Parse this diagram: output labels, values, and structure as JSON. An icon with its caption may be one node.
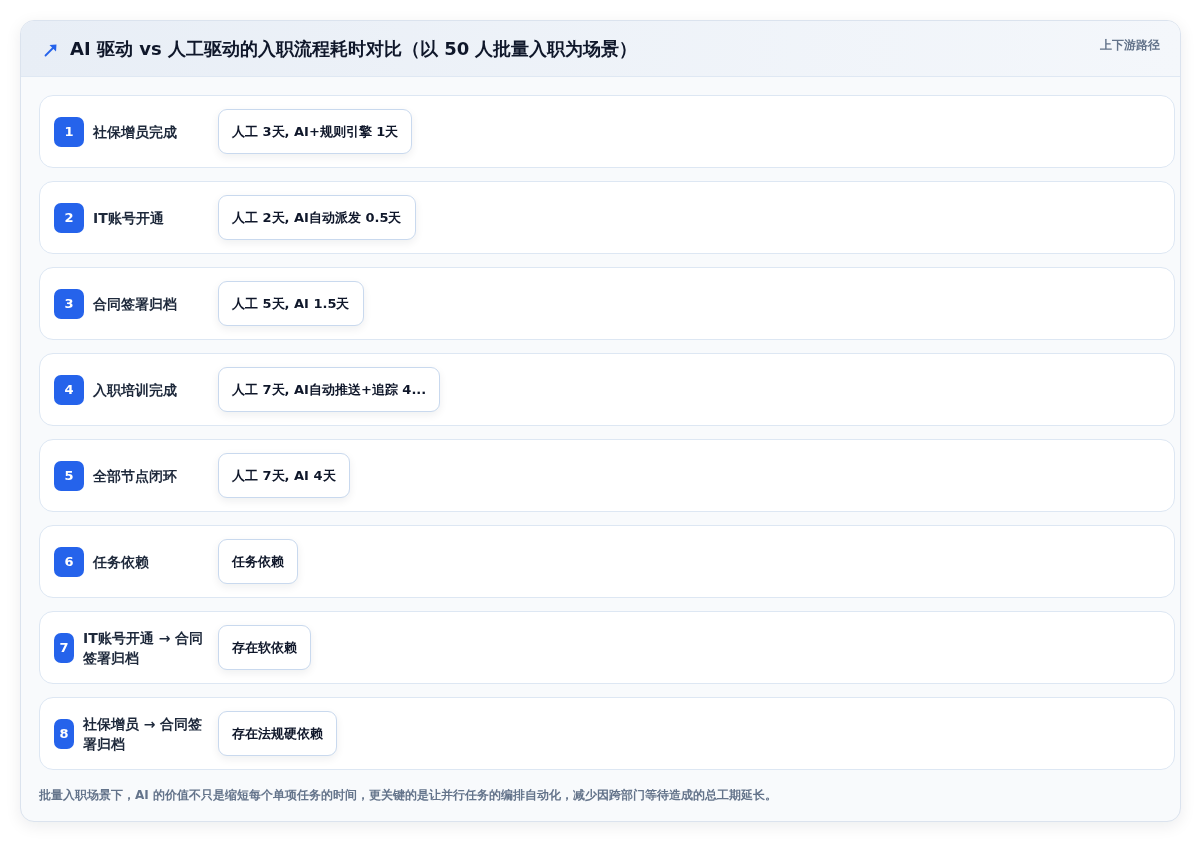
{
  "diagram": {
    "title": "AI 驱动 vs 人工驱动的入职流程耗时对比（以 50 人批量入职为场景）",
    "caption": "批量入职场景下，AI 的价值不只是缩短每个单项任务的时间，更关键的是让并行任务的编排自动化，减少因跨部门等待造成的总工期延长。",
    "nodes": [
      {
        "text": [
          "社保增员完成"
        ]
      },
      {
        "text": [
          "1"
        ],
        "in": 0
      },
      {
        "text": [
          "人工 3天, AI+规则引擎 1天"
        ],
        "in": 0
      },
      {
        "text": [
          "IT账号开通"
        ]
      },
      {
        "text": [
          "2"
        ],
        "in": 3
      },
      {
        "text": [
          "人工 2天, AI自动派发 0.5天"
        ],
        "in": 3
      },
      {
        "text": [
          "合同签署归档"
        ]
      },
      {
        "text": [
          "3"
        ],
        "in": 6
      },
      {
        "text": [
          "人工 5天, AI 1.5天"
        ],
        "in": 6
      },
      {
        "text": [
          "入职培训完成"
        ]
      },
      {
        "text": [
          "4"
        ],
        "in": 9
      },
      {
        "text": [
          "人工 7天, AI自动推送+追踪 4..."
        ],
        "in": 9
      },
      {
        "text": [
          "全部节点闭环"
        ]
      },
      {
        "text": [
          "5"
        ],
        "in": 12
      },
      {
        "text": [
          "人工 7天, AI 4天"
        ],
        "in": 12
      },
      {
        "text": [
          "任务依赖"
        ]
      },
      {
        "text": [
          "6"
        ],
        "in": 15
      },
      {
        "text": [
          "任务依赖"
        ],
        "in": 15
      },
      {
        "text": [
          "IT账号开通 → 合同签署归档"
        ]
      },
      {
        "text": [
          "7"
        ],
        "in": 18
      },
      {
        "text": [
          "存在软依赖"
        ],
        "in": 18
      },
      {
        "text": [
          "社保增员 → 合同签署归档"
        ]
      },
      {
        "text": [
          "8"
        ],
        "in": 21
      },
      {
        "text": [
          "存在法规硬依赖"
        ],
        "in": 21
      }
    ],
    "labels": [
      "上下游路径"
    ]
  }
}
